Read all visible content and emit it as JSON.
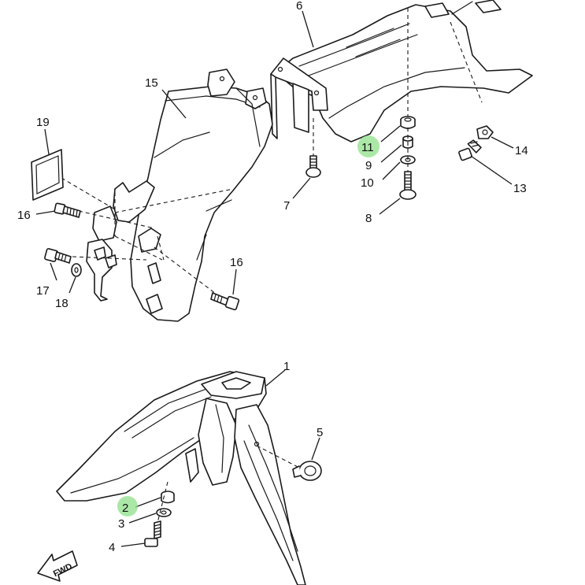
{
  "diagram": {
    "highlight_color": "#8fe08a",
    "line_color": "#1a1a1a",
    "labels": {
      "p1": "1",
      "p2": "2",
      "p3": "3",
      "p4": "4",
      "p5": "5",
      "p6": "6",
      "p7": "7",
      "p8": "8",
      "p9": "9",
      "p10": "10",
      "p11": "11",
      "p13": "13",
      "p14": "14",
      "p15": "15",
      "p16a": "16",
      "p16b": "16",
      "p17": "17",
      "p18": "18",
      "p19": "19"
    },
    "highlighted": [
      "11",
      "2"
    ],
    "fwd_badge": "FWD"
  }
}
